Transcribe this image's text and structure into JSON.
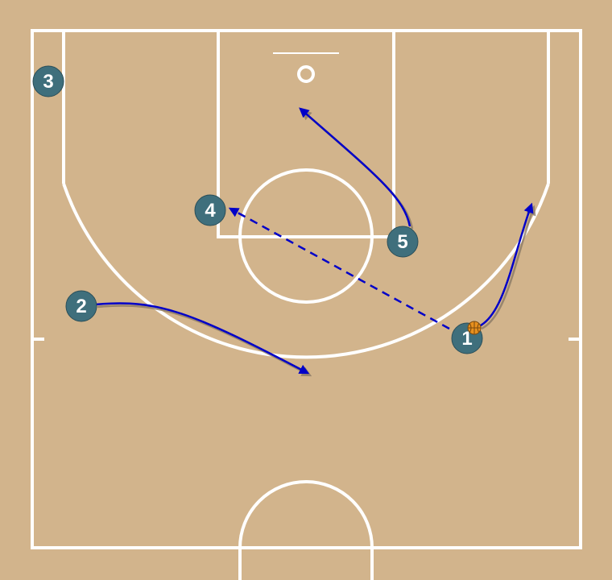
{
  "colors": {
    "floor": "#d2b48c",
    "lines": "#ffffff",
    "player": "#3f6f7c",
    "movement": "#0000c8",
    "ball": "#e8901e"
  },
  "players": [
    {
      "id": "p1",
      "label": "1",
      "has_ball": true
    },
    {
      "id": "p2",
      "label": "2",
      "has_ball": false
    },
    {
      "id": "p3",
      "label": "3",
      "has_ball": false
    },
    {
      "id": "p4",
      "label": "4",
      "has_ball": false
    },
    {
      "id": "p5",
      "label": "5",
      "has_ball": false
    }
  ],
  "actions": [
    {
      "type": "cut",
      "from": "2"
    },
    {
      "type": "cut",
      "from": "5"
    },
    {
      "type": "dribble",
      "from": "1"
    },
    {
      "type": "pass",
      "from": "1",
      "to": "4"
    }
  ]
}
